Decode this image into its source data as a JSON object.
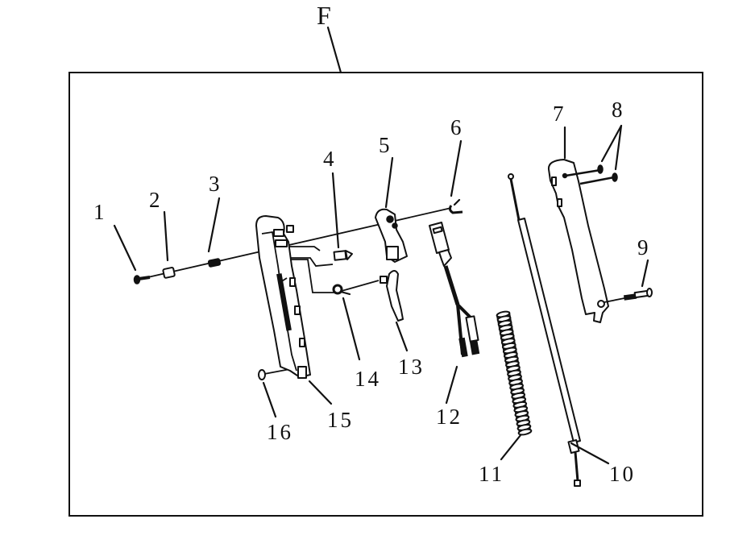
{
  "diagram": {
    "title_letter": "F",
    "labels": {
      "p1": "1",
      "p2": "2",
      "p3": "3",
      "p4": "4",
      "p5": "5",
      "p6": "6",
      "p7": "7",
      "p8": "8",
      "p9": "9",
      "p10": "10",
      "p11": "11",
      "p12": "12",
      "p13": "13",
      "p14": "14",
      "p15": "15",
      "p16": "16"
    },
    "colors": {
      "ink": "#111111",
      "background": "#ffffff"
    }
  }
}
